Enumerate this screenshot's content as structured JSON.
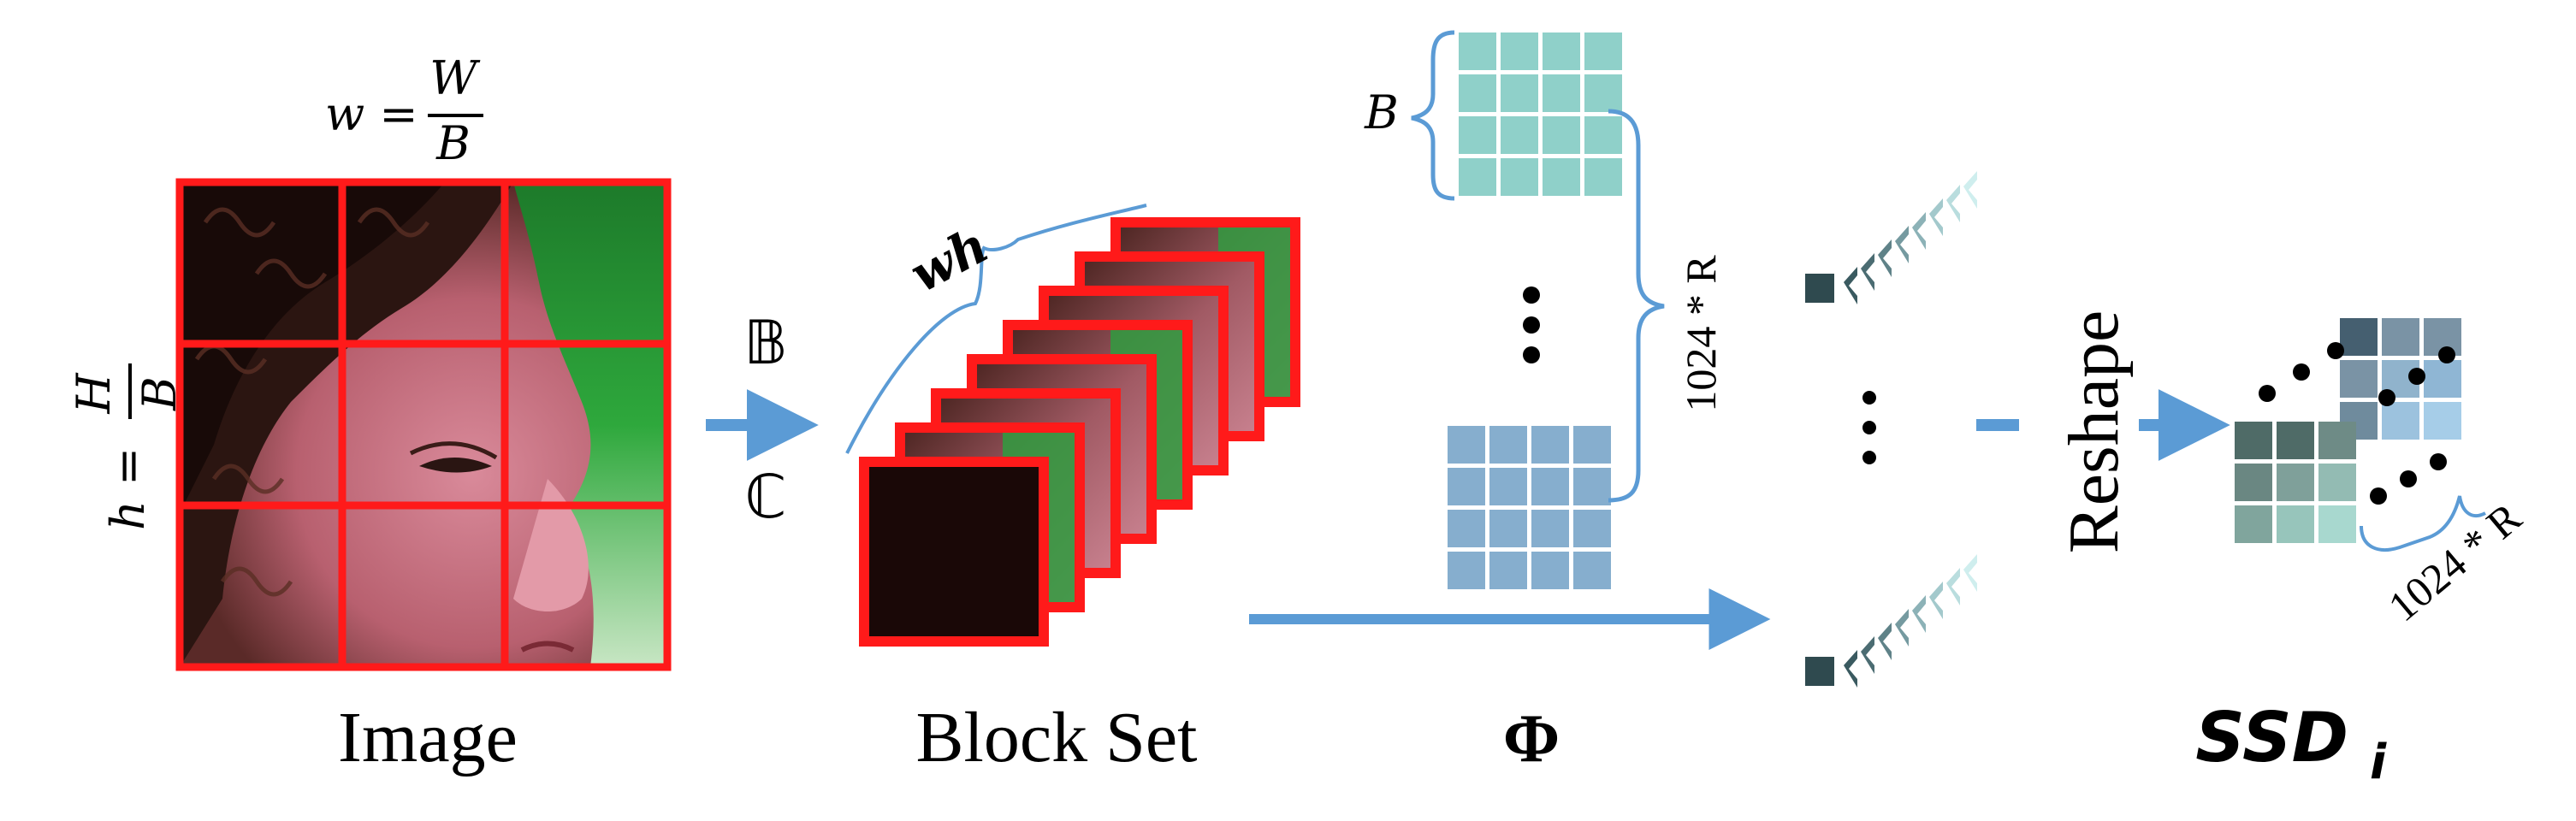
{
  "labels": {
    "image": "Image",
    "block_set": "Block Set",
    "phi": "Φ",
    "ssd_base": "SSD",
    "ssd_sub": "i",
    "reshape": "Reshape",
    "w_lhs": "w = ",
    "w_num": "W",
    "w_den": "B",
    "h_lhs": "h = ",
    "h_num": "H",
    "h_den": "B",
    "wh": "wh",
    "bb_B": "𝔹",
    "bb_C": "ℂ",
    "matrix_B": "B",
    "rows_1024R": "1024 * R",
    "ssd_1024R": "1024 * R"
  },
  "colors": {
    "grid_red": "#ff1a1a",
    "arrow_blue": "#5b9bd5",
    "teal_matrix": "#8fd0c9",
    "blue_matrix": "#86aece",
    "brace_blue": "#5b9bd5",
    "ssd_dark": "#455f70",
    "ssd_mid": "#7a93a5",
    "ssd_light": "#a6cde8",
    "ssd_green_dark": "#4f6b67",
    "ssd_green_light": "#a8d8cf"
  },
  "icons": {
    "image_photo": "child-face-photo",
    "block_stack": "stacked-image-blocks",
    "vector_stack": "measurement-vector-chevrons"
  }
}
